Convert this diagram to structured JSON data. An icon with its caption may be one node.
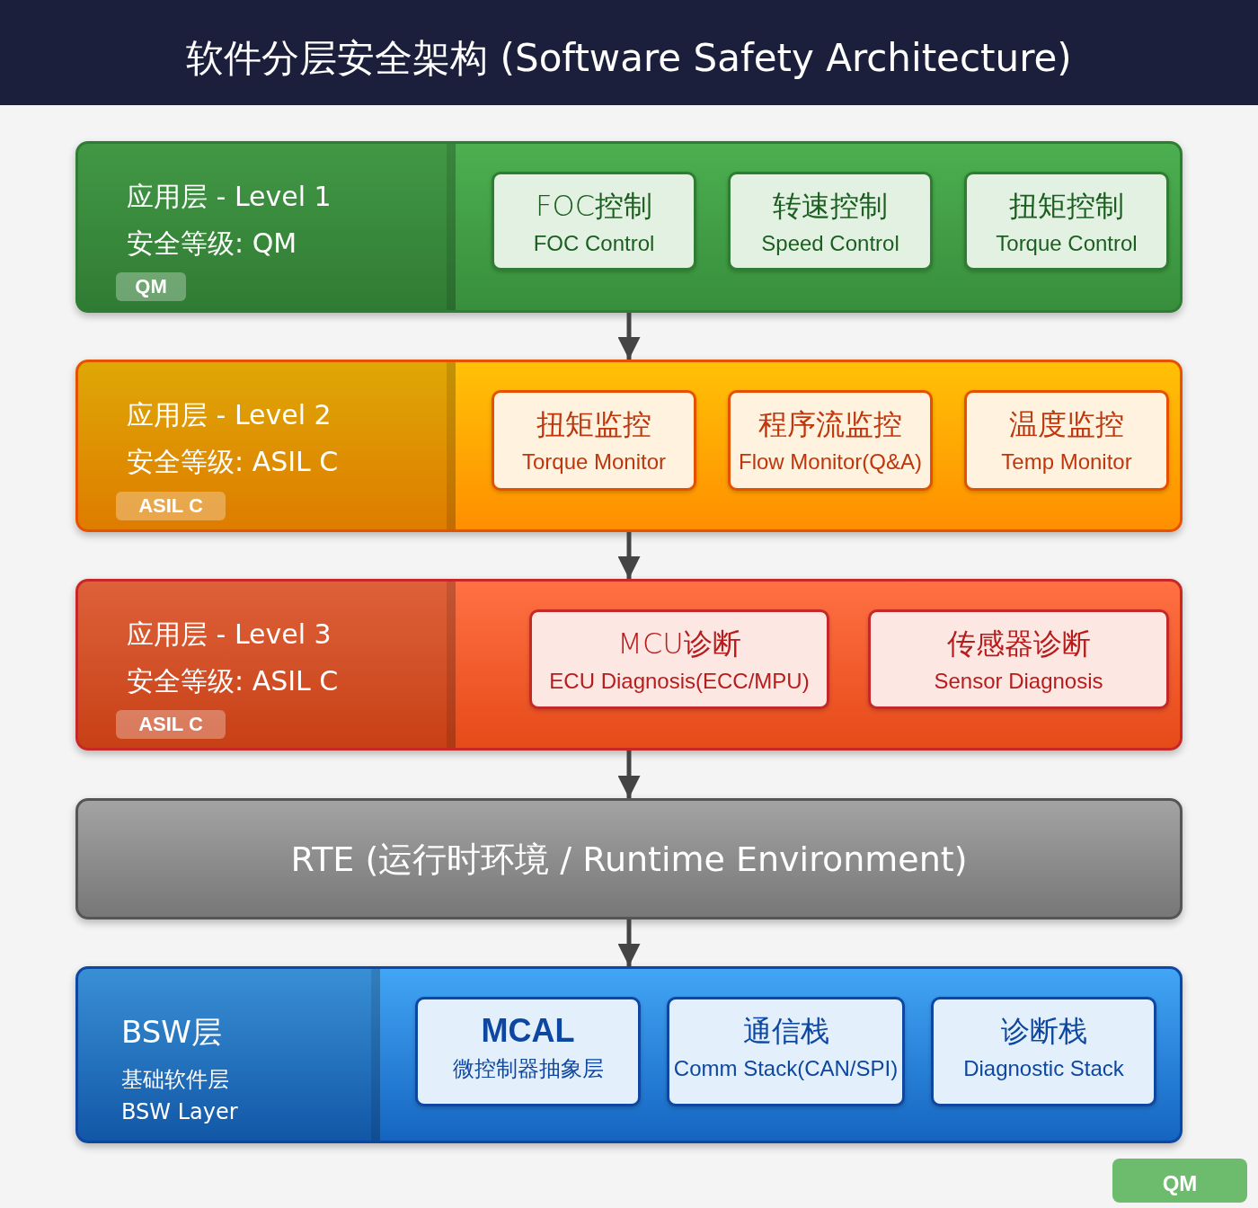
{
  "diagram": {
    "title": "软件分层安全架构 (Software Safety Architecture)",
    "nodes": [
      {
        "text": [
          "应用层 - Level 1",
          "安全等级: QM"
        ]
      },
      {
        "text": [
          "QM"
        ],
        "in": 0
      },
      {
        "text": [
          "FOC控制",
          "FOC Control"
        ],
        "in": 0
      },
      {
        "text": [
          "转速控制",
          "Speed Control"
        ],
        "in": 0
      },
      {
        "text": [
          "扭矩控制",
          "Torque Control"
        ],
        "in": 0
      },
      {
        "text": [
          "应用层 - Level 2",
          "安全等级: ASIL C"
        ]
      },
      {
        "text": [
          "ASIL C"
        ],
        "in": 5
      },
      {
        "text": [
          "扭矩监控",
          "Torque Monitor"
        ],
        "in": 5
      },
      {
        "text": [
          "程序流监控",
          "Flow Monitor(Q&A)"
        ],
        "in": 5
      },
      {
        "text": [
          "温度监控",
          "Temp Monitor"
        ],
        "in": 5
      },
      {
        "text": [
          "应用层 - Level 3",
          "安全等级: ASIL C"
        ]
      },
      {
        "text": [
          "ASIL C"
        ],
        "in": 10
      },
      {
        "text": [
          "MCU诊断",
          "ECU Diagnosis(ECC/MPU)"
        ],
        "in": 10
      },
      {
        "text": [
          "传感器诊断",
          "Sensor Diagnosis"
        ],
        "in": 10
      },
      {
        "text": [
          "RTE (运行时环境 / Runtime Environment)"
        ]
      },
      {
        "text": [
          "BSW层",
          "基础软件层",
          "BSW Layer"
        ]
      },
      {
        "text": [
          "MCAL",
          "微控制器抽象层"
        ],
        "in": 15
      },
      {
        "text": [
          "通信栈",
          "Comm Stack(CAN/SPI)"
        ],
        "in": 15
      },
      {
        "text": [
          "诊断栈",
          "Diagnostic Stack"
        ],
        "in": 15
      },
      {
        "text": [
          "QM"
        ]
      }
    ],
    "edges": [
      {
        "from": 0,
        "to": 5,
        "arrow": "to"
      },
      {
        "from": 5,
        "to": 10,
        "arrow": "to"
      },
      {
        "from": 10,
        "to": 14,
        "arrow": "to"
      },
      {
        "from": 14,
        "to": 15,
        "arrow": "to"
      }
    ]
  }
}
